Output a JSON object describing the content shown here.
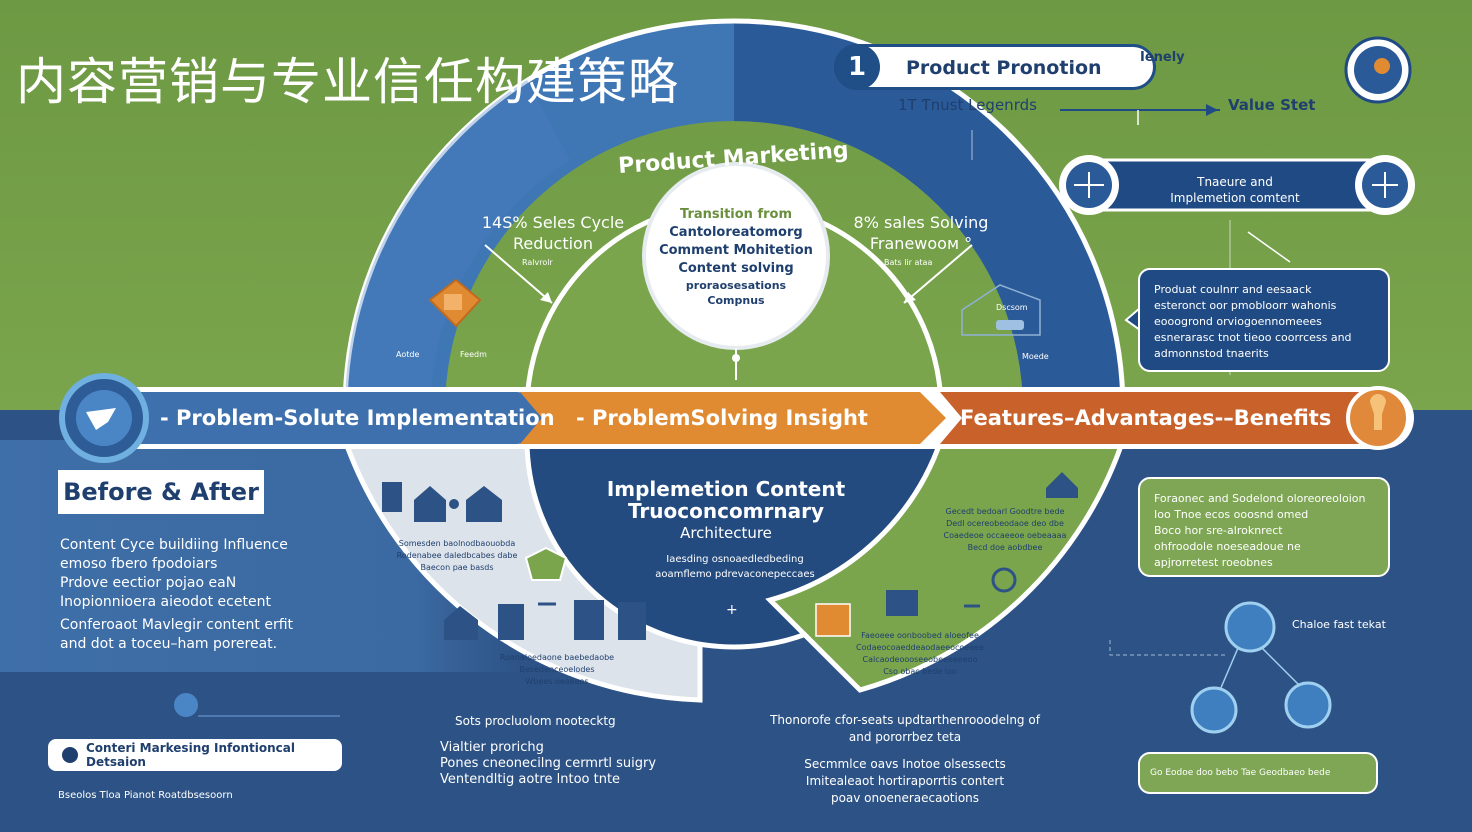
{
  "title": "内容营销与专业信任构建策略",
  "header": {
    "step_number": "1",
    "promo_label": "Product Pronotion",
    "top_right_label": "Ienely",
    "trust_label": "1T Ƭnust Legenrds",
    "value_label": "Value Stet"
  },
  "arc": {
    "title": "Product Marketing",
    "left_stat_line1": "14S% Seles Cycle",
    "left_stat_line2": "Reduction",
    "left_stat_small": "Ralvrolr",
    "right_stat_line1": "8% sales Solving",
    "right_stat_line2": "Franewooм °",
    "right_stat_small": "Bats lir ataa",
    "left_icon_small1": "Aotde",
    "left_icon_small2": "Feedm",
    "right_icon_small1": "Dscsom",
    "right_icon_small2": "Moede"
  },
  "center_circle": {
    "line1": "Transition from",
    "line2": "Cantoloreatomorg",
    "line3": "Comment Mohitetion",
    "line4": "Content solving",
    "line5": "proraosesations",
    "line6": "Compnus"
  },
  "band": {
    "seg1": "- Problem-Solute Implementation",
    "seg2": "- ProblemSolving Insight",
    "seg3": "Features–Advantages-–Benefits"
  },
  "lower_center": {
    "line1": "Implemetion Content",
    "line2": "Truoconcomrnary",
    "line3": "Architecture",
    "small1": "Iaesding osnoaedledbeding",
    "small2": "aoamflemo pdrevaconepeccaes",
    "plus": "+"
  },
  "lower_left": {
    "small1": "Somesden baolnodbaouobda",
    "small2": "Rodenabee daledbcabes dabe",
    "small3": "Baecon pae basds",
    "small4": "Roanaloedaone baebedaobe",
    "small5": "Besedenceoelodes",
    "small6": "Wbees oeaeeos"
  },
  "lower_right": {
    "small1": "Gecedt bedoarl Goodtre bede",
    "small2": "Dedl ocereobeodaoe deo dbe",
    "small3": "Coaedeoe occaeeoe oebeaaaa",
    "small4": "Becd doe aobdbee",
    "small5": "Faeoeee oonboobed aloeofee",
    "small6": "Codaeocoaeddeaodaeeocoeaee",
    "small7": "Calcaodeoooseeobeeeeeeoo",
    "small8": "Cso obac bede loo"
  },
  "left_panel": {
    "before_after": "Before & After",
    "para1_line1": "Content Cyce buildiing Influence",
    "para1_line2": "emoso fbero fpodoiars",
    "para1_line3": "Prdove eectior pojao eaN",
    "para1_line4": "Inopionnioera aieodot ecetent",
    "para2_line1": "Conferoaot Mavlegir content erfit",
    "para2_line2": "and dot a toceu–ham porereat."
  },
  "right_panel": {
    "feature_box_line1": "Tnaeure and",
    "feature_box_line2": "Implemetion comtent",
    "blue_box_line1": "Produat coulnrr and eesaack",
    "blue_box_line2": "esteronct oor pmobloorr wahonis",
    "blue_box_line3": "eooogrond orviogoennomeees",
    "blue_box_line4": "esnerarasc tnot tieoo coorrcess and",
    "blue_box_line5": "admonnstod tnaerits",
    "green_box_line1": "Foraonec and Sodelond oloreoreoloion",
    "green_box_line2": "Ioo Tnoe ecos ooosnd omed",
    "green_box_line3": "Boco hor sre-alroknrect",
    "green_box_line4": "ohfroodole noeseadoue ne",
    "green_box_line5": "apjrorretest roeobnes",
    "network_label": "Chaloe fast tekat",
    "bottom_box": "Go Eodoe doo bebo Tae Geodbaeo bede"
  },
  "bottom": {
    "pill_label": "Conteri Markesing Infontioncal Detsaion",
    "footer_left": "Bseolos Tloa Pianot Roatdbsesoorn",
    "left_caption": "Sots procluolom nootecktg",
    "left_bullet1": "Vialtier prorichg",
    "left_bullet2": "Pones cneonecilng cermrtl suigry",
    "left_bullet3": "Ventendltig aotre lntoo tnte",
    "right_caption_line1": "Thonorofe cfor-seats updtarthenrooodelng of",
    "right_caption_line2": "and pororrbez teta",
    "right_bullet1": "Secmmlce oavs Inotoe olsessects",
    "right_bullet2": "Imitealeaot hortiraporrtis contert",
    "right_bullet3": "poav onoeneraecaotions"
  },
  "colors": {
    "green": "#7aa54c",
    "navy": "#1f4a83",
    "blue": "#3f76b4",
    "orange": "#e08a32",
    "band_blue": "#3d70ad",
    "band_orange": "#d9812c",
    "band_red": "#c9612a"
  },
  "icons": [
    "promo-number-badge",
    "target-icon",
    "gauge-icon",
    "plug-icon",
    "building-icon",
    "house-icon",
    "chart-icon",
    "network-icon",
    "cube-icon",
    "key-icon",
    "factory-icon"
  ]
}
